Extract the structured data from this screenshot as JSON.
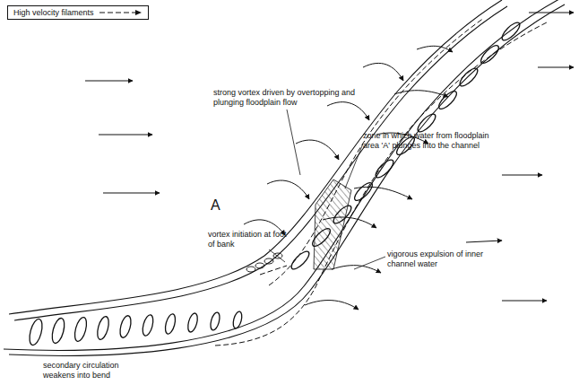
{
  "diagram": {
    "labels": [
      "strong vortex driven by overtopping and plunging floodplain flow",
      "zone in which water from floodplain area 'A' plunges into the channel",
      "A",
      "vortex initiation at foot of bank",
      "vigorous expulsion of inner channel water",
      "secondary circulation weakens into bend"
    ],
    "legend": [
      {
        "text": "High velocity filaments"
      }
    ]
  }
}
